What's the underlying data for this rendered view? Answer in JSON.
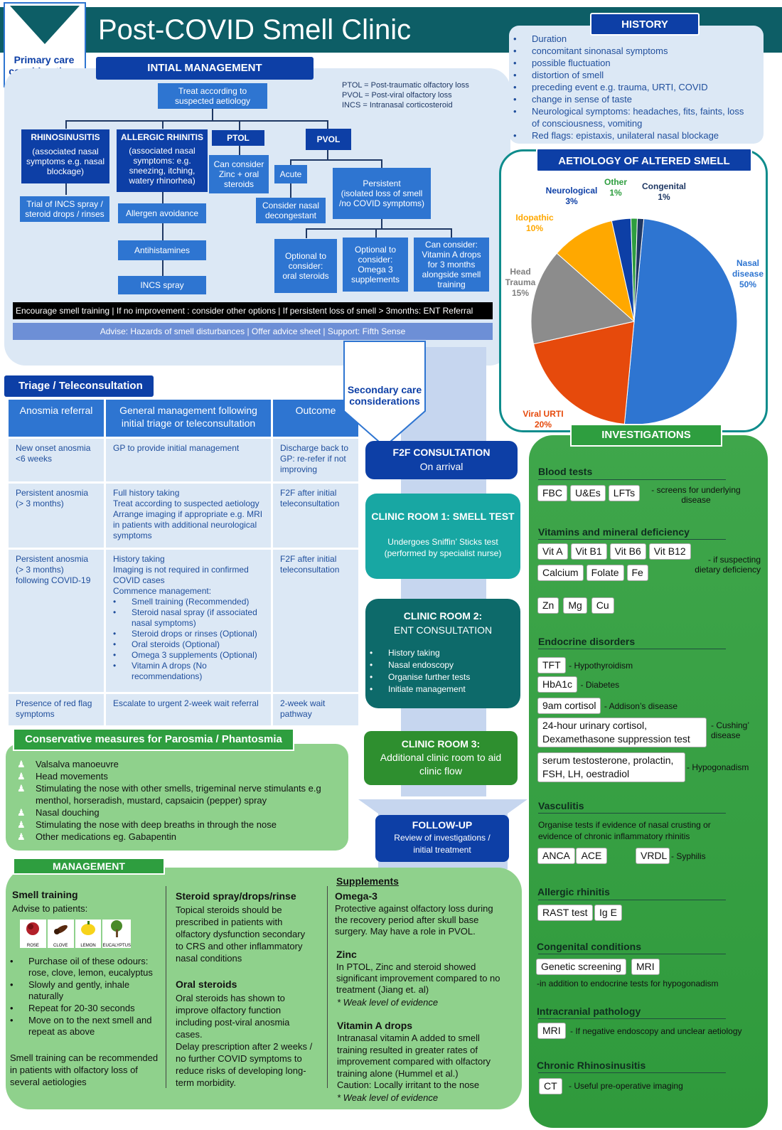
{
  "title": "Post-COVID Smell Clinic",
  "primary_care": "Primary care\nconsiderations",
  "secondary_care": "Secondary care\nconsiderations",
  "initial": {
    "heading": "INTIAL MANAGEMENT",
    "treat": "Treat  according to\nsuspected aetiology",
    "abbrev": [
      "PTOL = Post-traumatic olfactory loss",
      "PVOL = Post-viral olfactory loss",
      "INCS = Intranasal corticosteroid"
    ],
    "rhino_head": "RHINOSINUSITIS",
    "rhino_desc": "(associated nasal\nsymptoms e.g. nasal\nblockage)",
    "rhino_trial": "Trial of  INCS spray /\nsteroid drops / rinses",
    "allergic_head": "ALLERGIC RHINITIS",
    "allergic_desc": "(associated nasal\nsymptoms: e.g.\nsneezing, itching,\nwatery  rhinorhea)",
    "allergen": "Allergen avoidance",
    "antihist": "Antihistamines",
    "incs": "INCS spray",
    "ptol_head": "PTOL",
    "ptol_desc": "Can consider\nZinc + oral\nsteroids",
    "pvol_head": "PVOL",
    "acute": "Acute",
    "decong": "Consider nasal\ndecongestant",
    "persist": "Persistent\n(isolated  loss of smell\n/no COVID symptoms)",
    "opt1": "Optional to\nconsider:\noral steroids",
    "opt2": "Optional to\nconsider:\nOmega 3\nsupplements",
    "opt3": "Can consider:\nVitamin A drops\nfor 3 months\nalongside smell\ntraining",
    "bar1": "Encourage smell training  |  If no improvement : consider other options  |  If persistent loss of smell > 3months: ENT Referral",
    "bar2": "Advise:  Hazards of smell disturbances  |  Offer advice sheet  |  Support: Fifth Sense"
  },
  "history": {
    "heading": "HISTORY",
    "items": [
      "Duration",
      "concomitant sinonasal symptoms",
      "possible fluctuation",
      "distortion of smell",
      "preceding  event e.g. trauma, URTI, COVID",
      "change in sense of taste",
      "Neurological symptoms: headaches, fits, faints, loss\nof consciousness, vomiting",
      "Red flags: epistaxis, unilateral nasal blockage"
    ]
  },
  "aetiology": {
    "heading": "AETIOLOGY OF ALTERED SMELL"
  },
  "chart_data": {
    "type": "pie",
    "title": "AETIOLOGY OF ALTERED SMELL",
    "slices": [
      {
        "label": "Nasal disease",
        "value": 50,
        "text": "Nasal\ndisease\n50%",
        "color": "#2e75d1"
      },
      {
        "label": "Viral URTI",
        "value": 20,
        "text": "Viral URTI\n20%",
        "color": "#e64a0c"
      },
      {
        "label": "Head Trauma",
        "value": 15,
        "text": "Head\nTrauma\n15%",
        "color": "#8c8c8c"
      },
      {
        "label": "Idopathic",
        "value": 10,
        "text": "Idopathic\n10%",
        "color": "#ffa800"
      },
      {
        "label": "Neurological",
        "value": 3,
        "text": "Neurological\n3%",
        "color": "#0d3fa6"
      },
      {
        "label": "Other",
        "value": 1,
        "text": "Other\n1%",
        "color": "#2e9e3f"
      },
      {
        "label": "Congenital",
        "value": 1,
        "text": "Congenital\n1%",
        "color": "#1f3864"
      }
    ]
  },
  "triage": {
    "heading": "Triage / Teleconsultation",
    "cols": [
      "Anosmia referral",
      "General management following\ninitial triage or teleconsultation",
      "Outcome"
    ],
    "rows": [
      [
        "New onset anosmia\n<6 weeks",
        "GP to provide initial management",
        "Discharge back to\nGP: re-refer  if not\nimproving"
      ],
      [
        "Persistent anosmia\n(> 3 months)",
        "Full history taking\nTreat  according to suspected aetiology\nArrange imaging if appropriate e.g. MRI\nin patients with additional neurological\nsymptoms",
        "F2F after initial\nteleconsultation"
      ],
      [
        "Persistent anosmia\n(> 3 months)\nfollowing COVID-19",
        "History taking\nImaging is not required in  confirmed\nCOVID cases\nCommence management:",
        "F2F after initial\nteleconsultation"
      ],
      [
        "Presence of red flag\nsymptoms",
        "Escalate to urgent 2-week wait referral",
        "2-week wait\npathway"
      ]
    ],
    "covid_bullets": [
      "Smell training (Recommended)",
      "Steroid nasal spray (if associated\nnasal symptoms)",
      "Steroid drops or rinses (Optional)",
      "Oral steroids (Optional)",
      "Omega 3 supplements (Optional)",
      "Vitamin A drops (No\nrecommendations)"
    ]
  },
  "flow": {
    "f2f": "F2F CONSULTATION",
    "f2f_sub": "On arrival",
    "room1": "CLINIC ROOM 1: SMELL TEST",
    "room1_sub": "Undergoes Sniffin’ Sticks test\n(performed by specialist nurse)",
    "room2": "CLINIC ROOM 2:",
    "room2_sub": "ENT CONSULTATION",
    "room2_items": [
      "History taking",
      "Nasal endoscopy",
      "Organise further tests",
      "Initiate management"
    ],
    "room3": "CLINIC ROOM 3:",
    "room3_sub": "Additional clinic room to aid\nclinic flow",
    "follow": "FOLLOW-UP",
    "follow_sub": "Review of investigations /\ninitial treatment"
  },
  "investigations": {
    "heading": "INVESTIGATIONS",
    "blood": "Blood tests",
    "blood_tags": [
      "FBC",
      "U&Es",
      "LFTs"
    ],
    "blood_note": "- screens for underlying\ndisease",
    "vit": "Vitamins and mineral deficiency",
    "vit_tags1": [
      "Vit A",
      "Vit B1",
      "Vit B6",
      "Vit B12"
    ],
    "vit_tags2": [
      "Calcium",
      "Folate",
      "Fe"
    ],
    "vit_tags3": [
      "Zn",
      "Mg",
      "Cu"
    ],
    "vit_note": "- if suspecting\ndietary deficiency",
    "endo": "Endocrine disorders",
    "tft": "TFT",
    "tft_n": "- Hypothyroidism",
    "hba": "HbA1c",
    "hba_n": "- Diabetes",
    "cort": "9am cortisol",
    "cort_n": "- Addison’s disease",
    "urin": "24-hour urinary cortisol,\nDexamethasone suppression test",
    "urin_n": "- Cushing’\ndisease",
    "testo": "serum testosterone, prolactin,\nFSH, LH, oestradiol",
    "testo_n": "- Hypogonadism",
    "vasc": "Vasculitis",
    "vasc_note": "Organise tests if evidence of nasal crusting  or\nevidence of chronic inflammatory rhinitis",
    "anca": "ANCA",
    "ace": "ACE",
    "vrdl": "VRDL",
    "vrdl_n": "- Syphilis",
    "allergic": "Allergic rhinitis",
    "rast": "RAST test",
    "ige": "Ig E",
    "cong": "Congenital conditions",
    "gen": "Genetic screening",
    "mri": "MRI",
    "cong_note": "-in addition to endocrine tests for hypogonadism",
    "intra": "Intracranial pathology",
    "mri2": "MRI",
    "intra_n": "- If negative endoscopy and unclear aetiology",
    "crs": "Chronic Rhinosinusitis",
    "ct": "CT",
    "ct_n": "- Useful pre-operative imaging"
  },
  "conservative": {
    "heading": "Conservative measures for Parosmia / Phantosmia",
    "items": [
      "Valsalva manoeuvre",
      "Head movements",
      "Stimulating the nose with other smells, trigeminal nerve stimulants e.g\nmenthol, horseradish, mustard, capsaicin (pepper) spray",
      "Nasal douching",
      "Stimulating the nose with deep breaths in through the nose",
      "Other medications eg. Gabapentin"
    ]
  },
  "management": {
    "heading": "MANAGEMENT",
    "smell_h": "Smell training",
    "smell_sub": "Advise to patients:",
    "odours": [
      "ROSE",
      "CLOVE",
      "LEMON",
      "EUCALYPTUS"
    ],
    "smell_items": [
      "Purchase oil of these odours:\nrose, clove, lemon, eucalyptus",
      "Slowly  and  gently,  inhale\nnaturally",
      "Repeat for 20-30 seconds",
      "Move on to the next smell and\nrepeat as above"
    ],
    "smell_foot": "Smell training can be recommended\nin patients with olfactory loss of\nseveral aetiologies",
    "steroid_h": "Steroid spray/drops/rinse",
    "steroid_t": "Topical   steroids   should   be\nprescribed   in   patients   with\nolfactory  dysfunction  secondary\nto  CRS  and  other  inflammatory\nnasal conditions",
    "oral_h": "Oral steroids",
    "oral_t": "Oral   steroids   has   shown   to\nimprove     olfactory     function\nincluding post-viral anosmia cases.\nDelay prescription after 2 weeks /\nno  further  COVID  symptoms  to\nreduce  risks  of  developing  long-\nterm morbidity.",
    "supp_h": "Supplements",
    "omega_h": "Omega-3",
    "omega_t": "Protective  against  olfactory  loss  during\nthe  recovery  period  after  skull  base\nsurgery. May have a role in PVOL.",
    "zinc_h": "Zinc",
    "zinc_t": "In   PTOL,  Zinc  and  steroid  showed\nsignificant improvement compared to no\ntreatment (Jiang et. al)",
    "zinc_e": "* Weak level of evidence",
    "vita_h": "Vitamin A drops",
    "vita_t": "Intranasal  vitamin  A  added  to  smell\ntraining  resulted  in  greater  rates  of\nimprovement compared with olfactory\ntraining alone (Hummel et al.)\nCaution: Locally irritant to the nose",
    "vita_e": "* Weak level of evidence"
  }
}
